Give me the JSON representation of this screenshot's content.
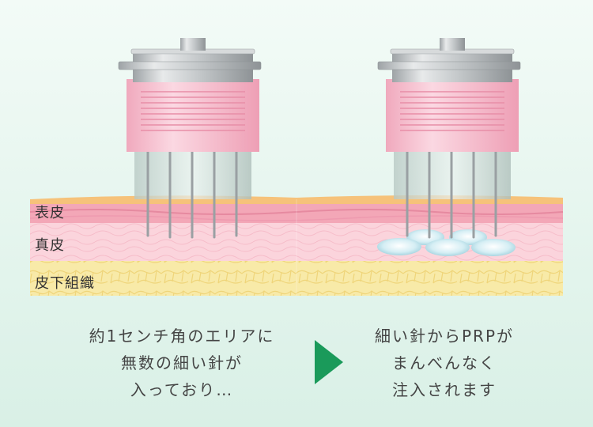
{
  "layers": {
    "epidermis": "表皮",
    "dermis": "真皮",
    "subcutaneous": "皮下組織"
  },
  "captions": {
    "left": [
      "約1センチ角のエリアに",
      "無数の細い針が",
      "入っており…"
    ],
    "right": [
      "細い針からPRPが",
      "まんべんなく",
      "注入されます"
    ]
  },
  "colors": {
    "background_top": "#f3fbf7",
    "background_bottom": "#d9f0e6",
    "epidermis": "#f7b9c5",
    "dermis": "#fbd3dc",
    "fat": "#f7e9a6",
    "cartridge": "#f6c6d4",
    "metal": "#c8cbcd",
    "droplet": "#bfe6ef",
    "arrow": "#1a9a5a"
  },
  "icons": {
    "device_left": "needle-cartridge-icon",
    "device_right": "needle-cartridge-icon",
    "arrow": "play-arrow-icon"
  }
}
